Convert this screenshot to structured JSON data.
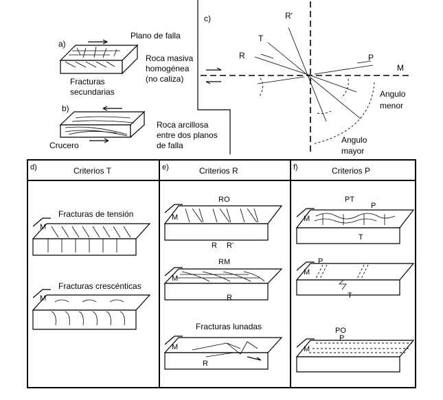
{
  "panel_a": {
    "label": "a)",
    "plano": "Plano de falla",
    "roca_1": "Roca masiva",
    "roca_2": "homogénea",
    "roca_3": "(no caliza)",
    "fract_1": "Fracturas",
    "fract_2": "secundarias"
  },
  "panel_b": {
    "label": "b)",
    "roca_1": "Roca arcillosa",
    "roca_2": "entre dos planos",
    "roca_3": "de falla",
    "crucero": "Crucero"
  },
  "panel_c": {
    "label": "c)",
    "R": "R",
    "T": "T",
    "Rp": "R'",
    "P": "P",
    "M": "M",
    "menor_1": "Angulo",
    "menor_2": "menor",
    "mayor_1": "Angulo",
    "mayor_2": "mayor"
  },
  "panel_d": {
    "label": "d)",
    "title": "Criterios T",
    "tension": "Fracturas de tensión",
    "M1": "M",
    "crescenticas": "Fracturas crescénticas",
    "M2": "M"
  },
  "panel_e": {
    "label": "e)",
    "title": "Criterios R",
    "RO": "RO",
    "M1": "M",
    "R1": "R",
    "Rp1": "R'",
    "RM": "RM",
    "M2": "M",
    "R2": "R",
    "lunadas": "Fracturas lunadas",
    "M3": "M",
    "R3": "R"
  },
  "panel_f": {
    "label": "f)",
    "title": "Criterios P",
    "PT": "PT",
    "M1": "M",
    "P1": "P",
    "T1": "T",
    "M2": "M",
    "P2": "P",
    "T2": "T",
    "PO": "PO",
    "M3": "M",
    "P3": "P"
  }
}
